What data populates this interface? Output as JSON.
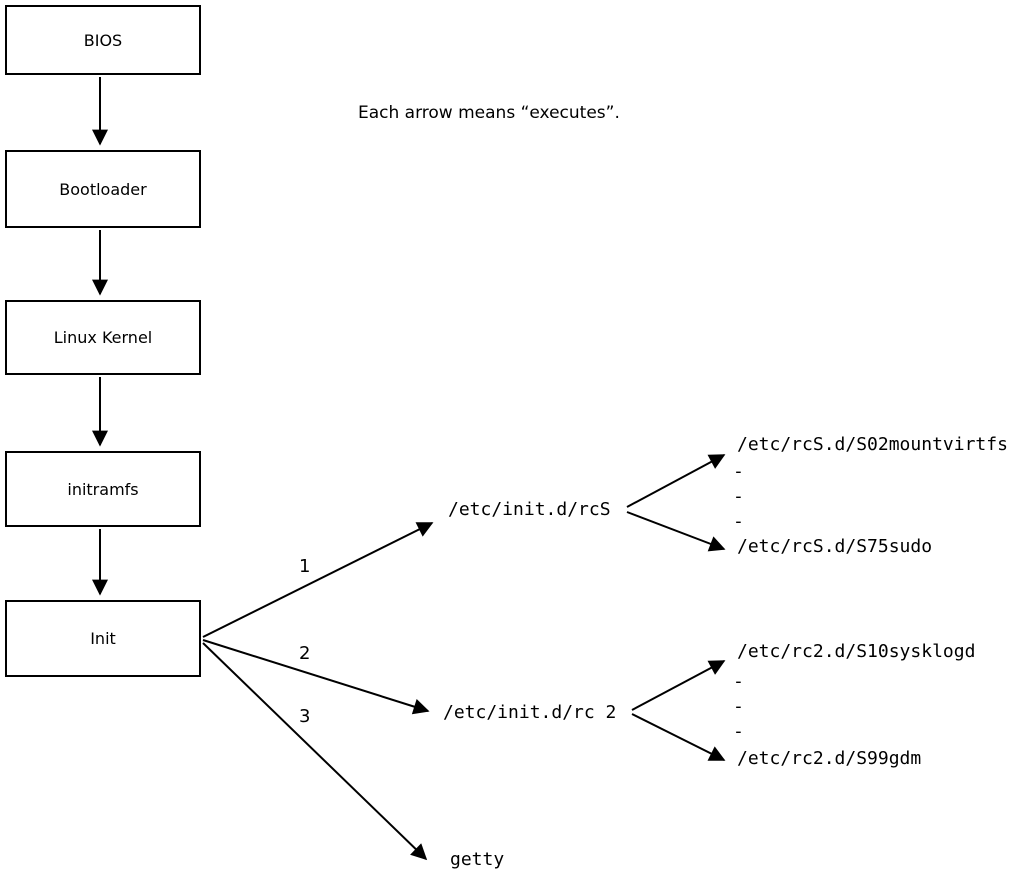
{
  "diagram": {
    "caption": "Each arrow means “executes”.",
    "boot_chain": [
      {
        "label": "BIOS"
      },
      {
        "label": "Bootloader"
      },
      {
        "label": "Linux Kernel"
      },
      {
        "label": "initramfs"
      },
      {
        "label": "Init"
      }
    ],
    "init_branches": [
      {
        "number": "1",
        "target": "/etc/init.d/rcS"
      },
      {
        "number": "2",
        "target": "/etc/init.d/rc 2"
      },
      {
        "number": "3",
        "target": "getty"
      }
    ],
    "rcS_scripts": {
      "first": "/etc/rcS.d/S02mountvirtfs",
      "dashes": [
        "-",
        "-",
        "-"
      ],
      "last": "/etc/rcS.d/S75sudo"
    },
    "rc2_scripts": {
      "first": "/etc/rc2.d/S10sysklogd",
      "dashes": [
        "-",
        "-",
        "-"
      ],
      "last": "/etc/rc2.d/S99gdm"
    }
  }
}
